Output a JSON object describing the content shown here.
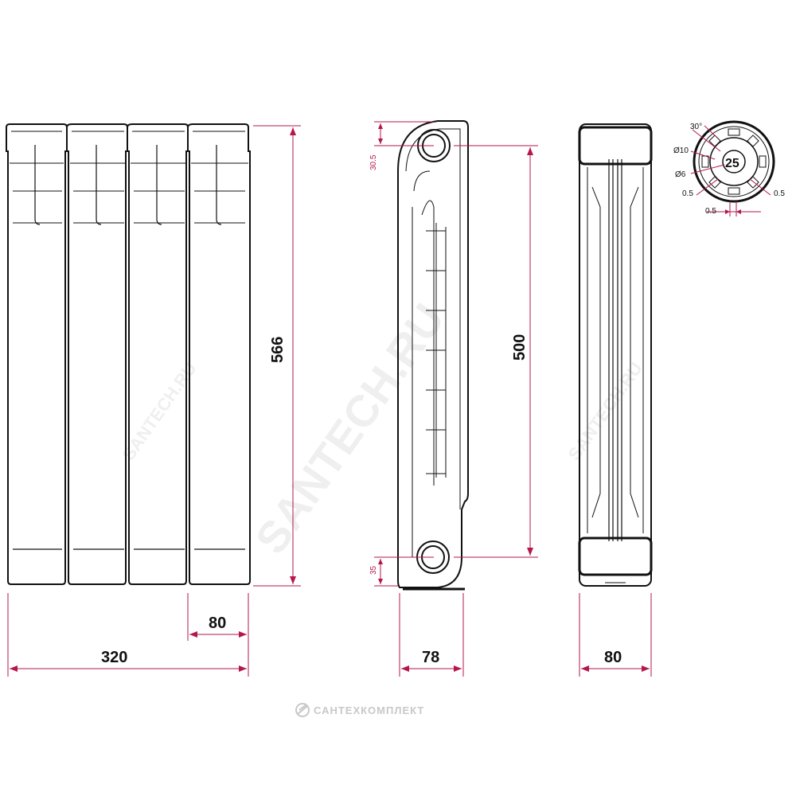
{
  "dimensions": {
    "front_height": "566",
    "front_total_width": "320",
    "front_section_width": "80",
    "side_center_distance": "500",
    "side_depth": "78",
    "side_top_offset": "30.5",
    "side_bottom_offset": "35",
    "end_width": "80"
  },
  "thread_detail": {
    "angle": "30°",
    "outer_diameter": "Ø10",
    "inner_diameter": "Ø6",
    "size": "25",
    "tolerance_left": "0.5",
    "tolerance_right": "0.5",
    "tolerance_bottom": "0.5"
  },
  "watermark": {
    "main": "SANTECH.RU",
    "small_left": "SANTECH.RU",
    "small_right": "SANTECH.RU",
    "logo": "САНТЕХКОМПЛЕКТ"
  },
  "colors": {
    "dimension_line": "#b5174a",
    "outline": "#111111",
    "watermark": "#c8c8c8"
  }
}
